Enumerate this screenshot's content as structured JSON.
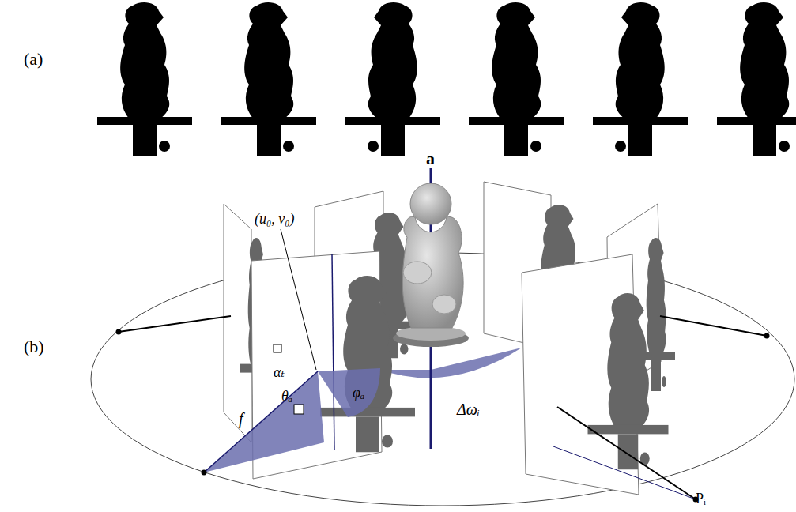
{
  "diagram": {
    "labels": [
      "(a)",
      "(b)",
      "a",
      "(u₀, v₀)",
      "αₜ",
      "f",
      "θₐ",
      "φₐ",
      "Δωᵢ",
      "Pᵢ"
    ]
  }
}
